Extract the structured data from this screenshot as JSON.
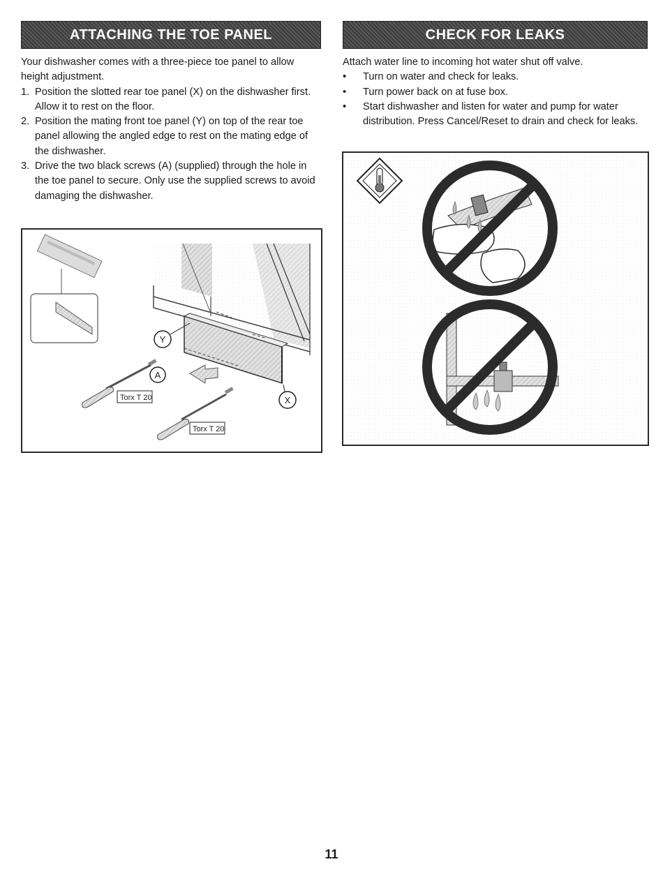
{
  "left": {
    "title": "ATTACHING THE TOE PANEL",
    "intro": "Your dishwasher comes with a three-piece toe panel to allow height adjustment.",
    "steps": [
      {
        "num": "1.",
        "text": "Position the slotted rear toe panel (X) on the dishwasher first. Allow it to rest on the floor."
      },
      {
        "num": "2.",
        "text": "Position the mating front toe panel (Y) on top of the rear toe panel allowing the angled edge to rest on the mating edge of the dishwasher."
      },
      {
        "num": "3.",
        "text": "Drive the two black screws (A) (supplied) through the hole in the toe panel to secure. Only use the supplied screws to avoid damaging the dishwasher."
      }
    ],
    "figure": {
      "callout_y": "Y",
      "callout_a": "A",
      "callout_x": "X",
      "tool_label_1": "Torx T 20",
      "tool_label_2": "Torx T 20"
    }
  },
  "right": {
    "title": "CHECK FOR LEAKS",
    "intro": "Attach water line to incoming hot water shut off valve.",
    "bullet_symbol": "•",
    "bullets": [
      "Turn on water and check for leaks.",
      "Turn power back on at fuse box.",
      "Start dishwasher and listen for water and pump for water distribution. Press Cancel/Reset to drain and check for leaks."
    ]
  },
  "page_number": "11"
}
